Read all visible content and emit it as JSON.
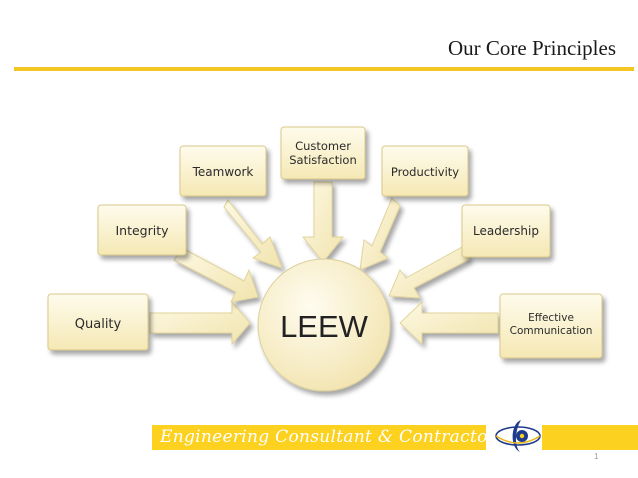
{
  "header": {
    "title": "Our Core Principles"
  },
  "diagram": {
    "center": "LEEW",
    "principles": [
      {
        "id": "quality",
        "label": "Quality"
      },
      {
        "id": "integrity",
        "label": "Integrity"
      },
      {
        "id": "teamwork",
        "label": "Teamwork"
      },
      {
        "id": "customer-satisfaction",
        "label_lines": [
          "Customer",
          "Satisfaction"
        ]
      },
      {
        "id": "productivity",
        "label": "Productivity"
      },
      {
        "id": "leadership",
        "label": "Leadership"
      },
      {
        "id": "effective-communication",
        "label_lines": [
          "Effective",
          "Communication"
        ]
      }
    ]
  },
  "footer": {
    "tagline": "Engineering Consultant & Contractors",
    "page_number": "1"
  },
  "colors": {
    "accent": "#f4c623",
    "box_fill": "#fbf3cf",
    "box_border": "#d9c98a",
    "footer_bar": "#fcd11f",
    "logo_blue": "#1f3c8c"
  }
}
